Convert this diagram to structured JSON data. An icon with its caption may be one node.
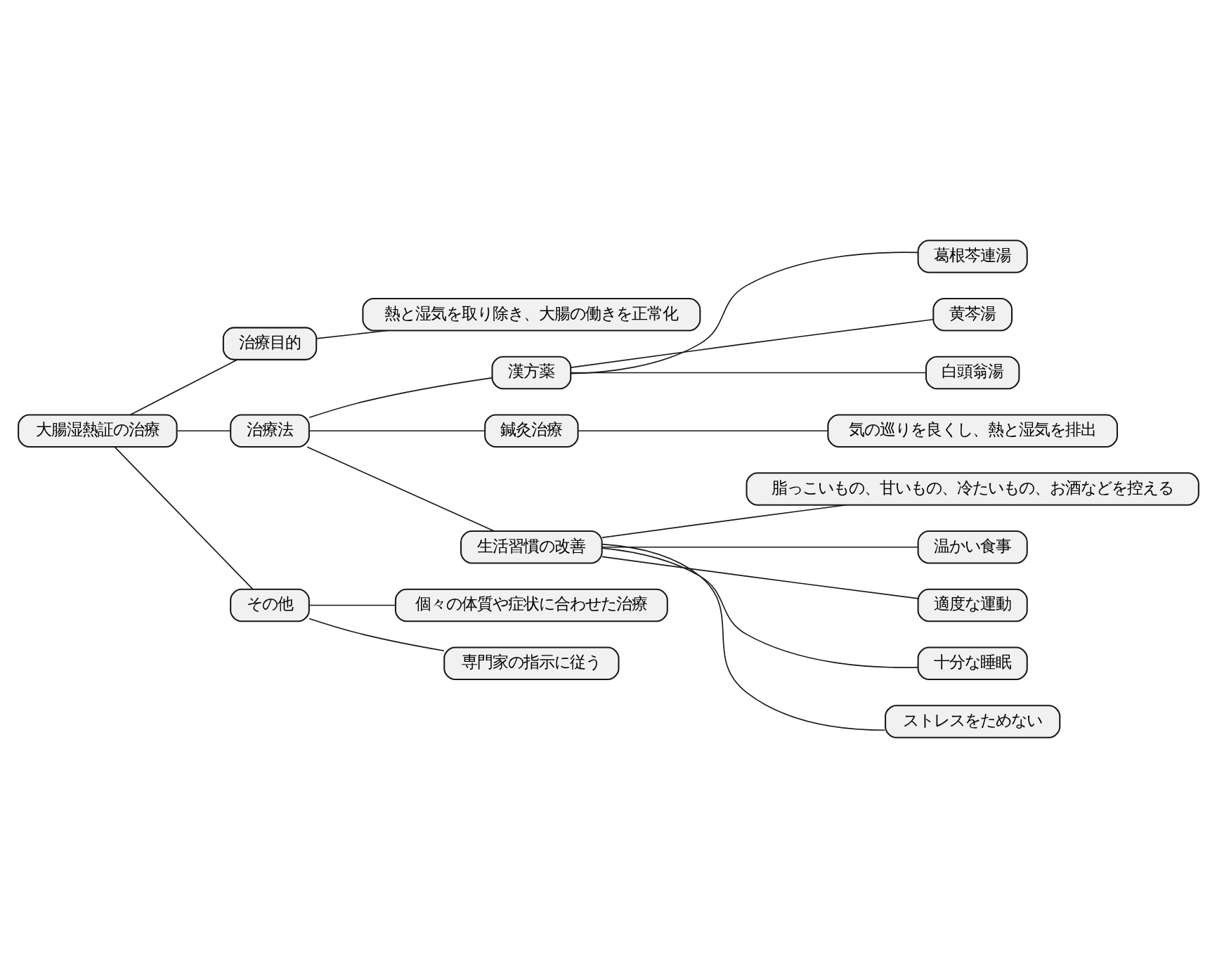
{
  "diagram": {
    "nodes": [
      {
        "text": [
          "大腸湿熱証の治療"
        ]
      },
      {
        "text": [
          "治療目的"
        ]
      },
      {
        "text": [
          "熱と湿気を取り除き、大腸の働きを正常化"
        ]
      },
      {
        "text": [
          "治療法"
        ]
      },
      {
        "text": [
          "漢方薬"
        ]
      },
      {
        "text": [
          "葛根芩連湯"
        ]
      },
      {
        "text": [
          "黄芩湯"
        ]
      },
      {
        "text": [
          "白頭翁湯"
        ]
      },
      {
        "text": [
          "鍼灸治療"
        ]
      },
      {
        "text": [
          "気の巡りを良くし、熱と湿気を排出"
        ]
      },
      {
        "text": [
          "生活習慣の改善"
        ]
      },
      {
        "text": [
          "脂っこいもの、甘いもの、冷たいもの、お酒などを控える"
        ]
      },
      {
        "text": [
          "温かい食事"
        ]
      },
      {
        "text": [
          "適度な運動"
        ]
      },
      {
        "text": [
          "十分な睡眠"
        ]
      },
      {
        "text": [
          "ストレスをためない"
        ]
      },
      {
        "text": [
          "その他"
        ]
      },
      {
        "text": [
          "個々の体質や症状に合わせた治療"
        ]
      },
      {
        "text": [
          "専門家の指示に従う"
        ]
      }
    ],
    "edges": [
      {
        "from": 0,
        "to": 1,
        "arrow": "none"
      },
      {
        "from": 1,
        "to": 2,
        "arrow": "none"
      },
      {
        "from": 0,
        "to": 3,
        "arrow": "none"
      },
      {
        "from": 3,
        "to": 4,
        "arrow": "none"
      },
      {
        "from": 4,
        "to": 5,
        "arrow": "none"
      },
      {
        "from": 4,
        "to": 6,
        "arrow": "none"
      },
      {
        "from": 4,
        "to": 7,
        "arrow": "none"
      },
      {
        "from": 3,
        "to": 8,
        "arrow": "none"
      },
      {
        "from": 8,
        "to": 9,
        "arrow": "none"
      },
      {
        "from": 3,
        "to": 10,
        "arrow": "none"
      },
      {
        "from": 10,
        "to": 11,
        "arrow": "none"
      },
      {
        "from": 10,
        "to": 12,
        "arrow": "none"
      },
      {
        "from": 10,
        "to": 13,
        "arrow": "none"
      },
      {
        "from": 10,
        "to": 14,
        "arrow": "none"
      },
      {
        "from": 10,
        "to": 15,
        "arrow": "none"
      },
      {
        "from": 0,
        "to": 16,
        "arrow": "none"
      },
      {
        "from": 16,
        "to": 17,
        "arrow": "none"
      },
      {
        "from": 16,
        "to": 18,
        "arrow": "none"
      }
    ]
  }
}
